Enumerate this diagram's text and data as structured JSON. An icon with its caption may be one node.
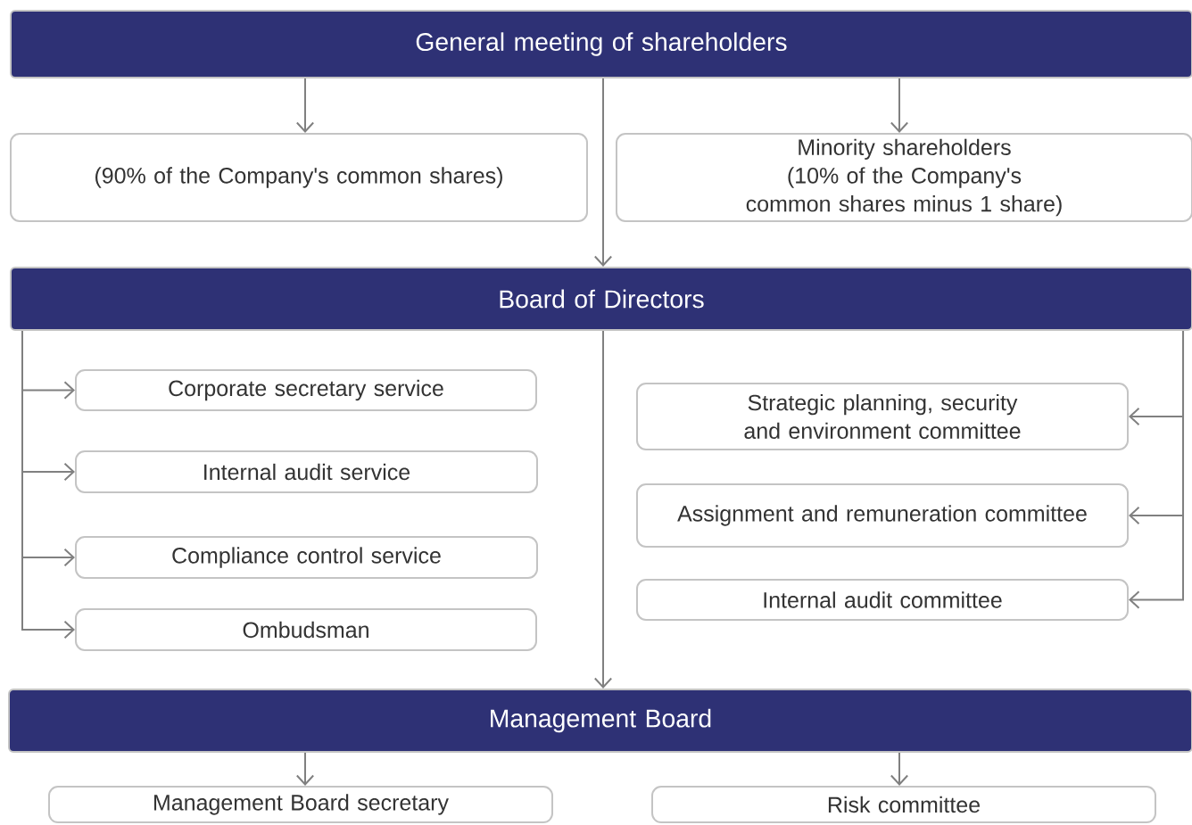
{
  "diagram": {
    "nodes": [
      {
        "text": [
          "General meeting of shareholders"
        ]
      },
      {
        "text": [
          "(90% of the Company's common shares)"
        ]
      },
      {
        "text": [
          "Minority shareholders",
          "(10% of the Company's common shares minus 1 share)"
        ]
      },
      {
        "text": [
          "Board of Directors"
        ]
      },
      {
        "text": [
          "Corporate secretary service"
        ]
      },
      {
        "text": [
          "Internal audit service"
        ]
      },
      {
        "text": [
          "Compliance control service"
        ]
      },
      {
        "text": [
          "Ombudsman"
        ]
      },
      {
        "text": [
          "Strategic planning, security and environment committee"
        ]
      },
      {
        "text": [
          "Assignment and remuneration committee"
        ]
      },
      {
        "text": [
          "Internal audit committee"
        ]
      },
      {
        "text": [
          "Management Board"
        ]
      },
      {
        "text": [
          "Management Board secretary"
        ]
      },
      {
        "text": [
          "Risk committee"
        ]
      }
    ],
    "edges": [
      {
        "from": 0,
        "to": 1,
        "arrow": "to"
      },
      {
        "from": 0,
        "to": 3,
        "arrow": "to"
      },
      {
        "from": 0,
        "to": 2,
        "arrow": "to"
      },
      {
        "from": 3,
        "to": 4,
        "arrow": "to"
      },
      {
        "from": 3,
        "to": 5,
        "arrow": "to"
      },
      {
        "from": 3,
        "to": 6,
        "arrow": "to"
      },
      {
        "from": 3,
        "to": 7,
        "arrow": "to"
      },
      {
        "from": 3,
        "to": 8,
        "arrow": "to"
      },
      {
        "from": 3,
        "to": 9,
        "arrow": "to"
      },
      {
        "from": 3,
        "to": 10,
        "arrow": "to"
      },
      {
        "from": 3,
        "to": 11,
        "arrow": "to"
      },
      {
        "from": 11,
        "to": 12,
        "arrow": "to"
      },
      {
        "from": 11,
        "to": 13,
        "arrow": "to"
      }
    ]
  }
}
